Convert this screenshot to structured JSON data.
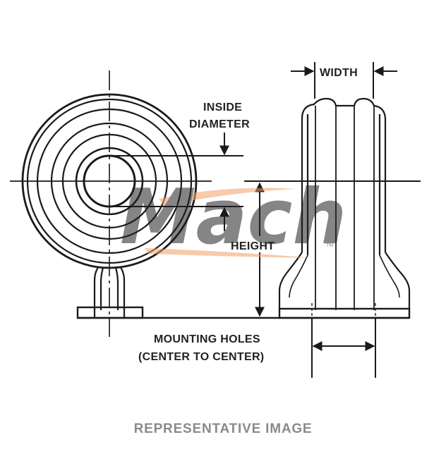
{
  "labels": {
    "inside_diameter_line1": "INSIDE",
    "inside_diameter_line2": "DIAMETER",
    "width": "WIDTH",
    "height": "HEIGHT",
    "mounting_holes_line1": "MOUNTING HOLES",
    "mounting_holes_line2": "(CENTER TO CENTER)"
  },
  "watermark": {
    "text": "Mach",
    "tm": "TM",
    "text_color": "#9a9a9a",
    "swoosh_color": "#f2a06a"
  },
  "footer": {
    "text": "REPRESENTATIVE IMAGE"
  },
  "colors": {
    "line": "#1a1a1a",
    "background": "#ffffff"
  }
}
